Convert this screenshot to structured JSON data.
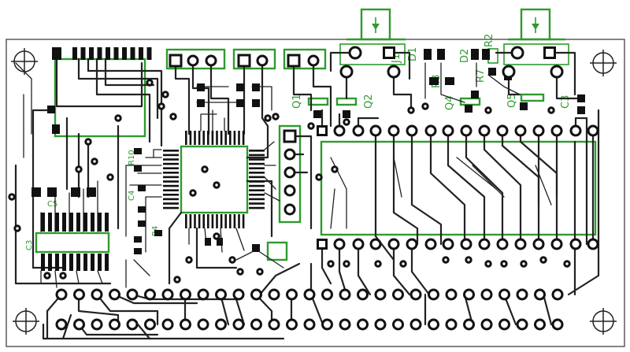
{
  "board": {
    "designators": {
      "j1": "J1",
      "d1": "D1",
      "d2": "D2",
      "r2": "R2",
      "r8": "R8",
      "r7": "R7",
      "q1": "Q1",
      "q2": "Q2",
      "q4": "Q4",
      "q5": "Q5",
      "c3": "C3",
      "r10": "R10",
      "c4": "C4",
      "c5": "C5",
      "c3b": "C3",
      "r4": "R4"
    },
    "colors": {
      "silkscreen": "#2f9b2f",
      "copper": "#111111",
      "background": "#ffffff"
    },
    "icons": [
      "mounting-hole-icon",
      "connector-arrow-icon"
    ]
  }
}
